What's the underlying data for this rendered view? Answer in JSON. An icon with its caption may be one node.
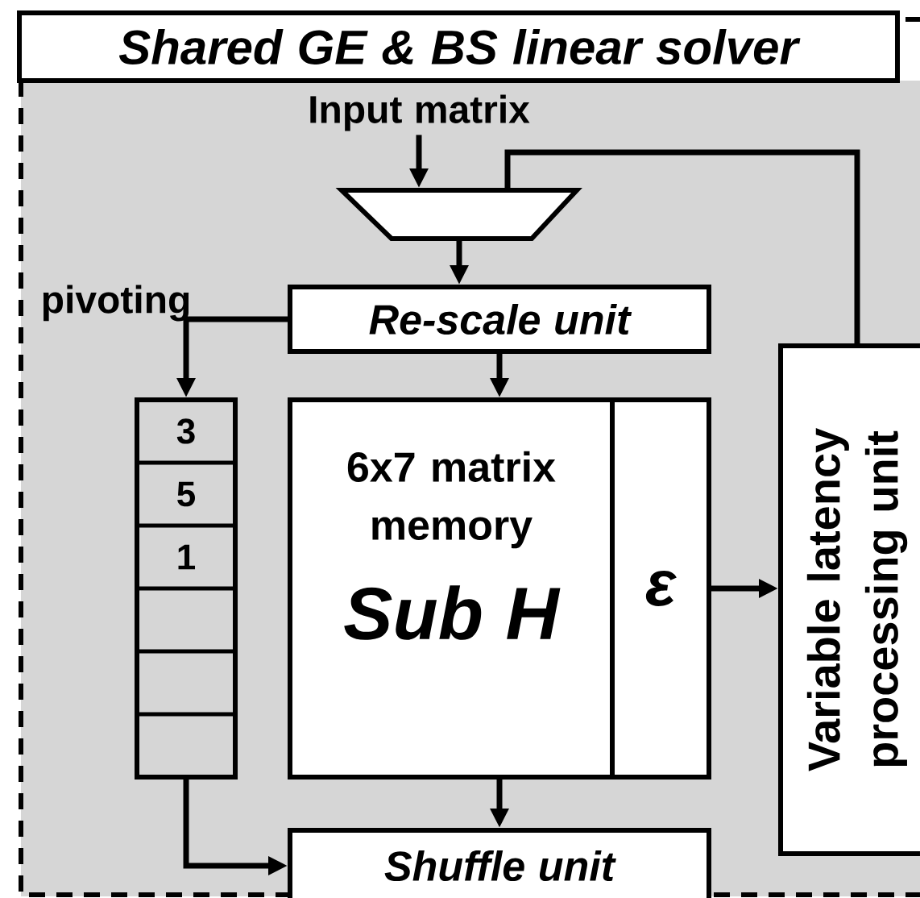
{
  "diagram": {
    "nodes": [
      {
        "text": [
          "Shared GE & BS linear solver"
        ]
      },
      {
        "text": [],
        "shape": "trapezoid",
        "in": 0
      },
      {
        "text": [
          "Re-scale unit"
        ],
        "in": 0
      },
      {
        "text": [
          "3",
          "5",
          "1"
        ],
        "in": 0
      },
      {
        "text": [
          "6x7 matrix memory",
          "Sub H"
        ],
        "in": 0
      },
      {
        "text": [
          "ε"
        ],
        "in": 4
      },
      {
        "text": [
          "Variable latency processing unit"
        ],
        "in": 0
      },
      {
        "text": [
          "Shuffle unit"
        ],
        "in": 0
      },
      {
        "text": [
          "Input matrix"
        ],
        "in": 0
      }
    ],
    "edges": [
      {
        "from": 8,
        "to": 1,
        "arrow": "to"
      },
      {
        "from": 1,
        "to": 2,
        "arrow": "to"
      },
      {
        "from": 2,
        "to": 3,
        "arrow": "to",
        "label": "pivoting"
      },
      {
        "from": 2,
        "to": 4,
        "arrow": "to"
      },
      {
        "from": 5,
        "to": 6,
        "arrow": "to"
      },
      {
        "from": 6,
        "to": 1,
        "arrow": "none"
      },
      {
        "from": 4,
        "to": 7,
        "arrow": "to"
      },
      {
        "from": 3,
        "to": 7,
        "arrow": "to"
      }
    ]
  }
}
